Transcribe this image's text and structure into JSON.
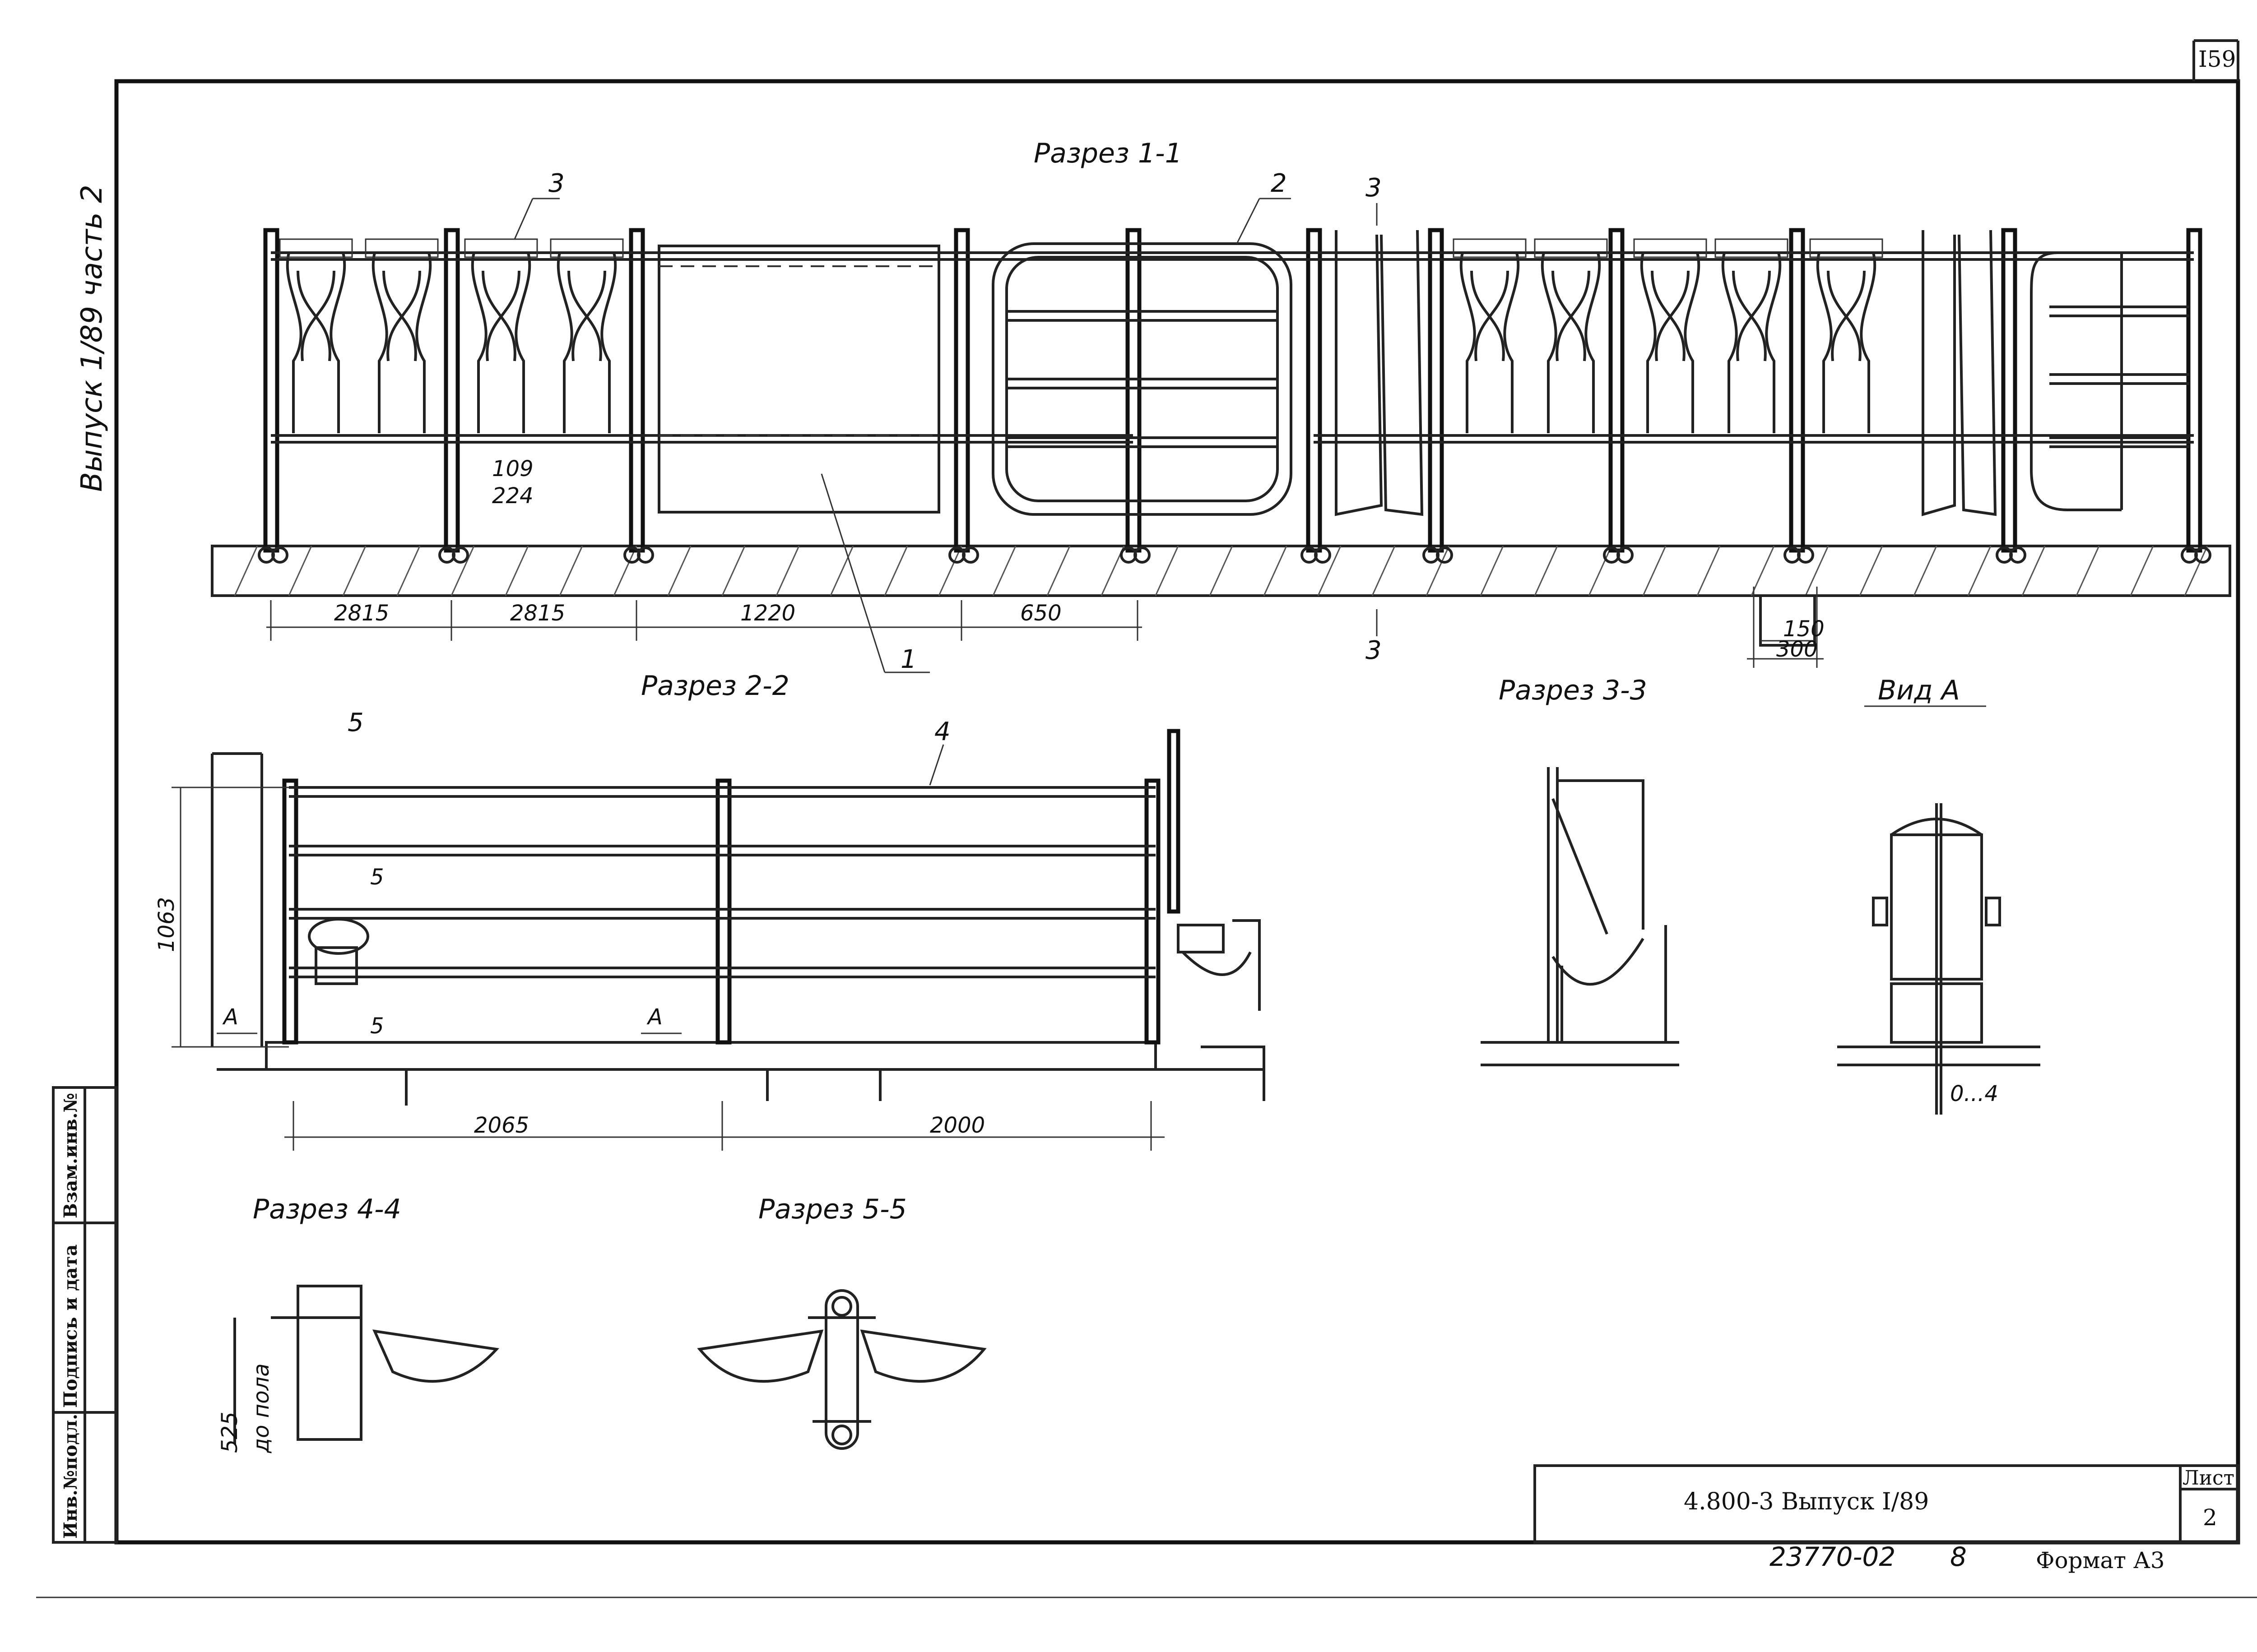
{
  "sheet": {
    "page_number": "I59",
    "series_vertical": "Выпуск 1/89 часть 2"
  },
  "sections": {
    "s1": "Разрез 1-1",
    "s2": "Разрез 2-2",
    "s3": "Разрез 3-3",
    "viewA": "Вид А",
    "s4": "Разрез 4-4",
    "s5": "Разрез 5-5"
  },
  "callouts": {
    "c1": "1",
    "c2": "2",
    "c3": "3",
    "c4": "4",
    "c5": "5",
    "cut3_top": "3",
    "cut3_bot": "3",
    "cut5_top": "5",
    "cut5_bot": "5",
    "arrowA1": "А",
    "arrowA2": "А"
  },
  "dimensions": {
    "d2815a": "2815",
    "d2815b": "2815",
    "d1220": "1220",
    "d650": "650",
    "d109": "109",
    "d224": "224",
    "d150": "150",
    "d300": "300",
    "d1063": "1063",
    "d2065": "2065",
    "d2000": "2000",
    "d0_4": "0...4",
    "d525": "525",
    "floor_note": "до пола"
  },
  "side_stamp": {
    "col1": "Инв.№подл.",
    "col2": "Подпись и дата",
    "col3": "Взам.инв.№"
  },
  "title_block": {
    "code": "4.800-3  Выпуск I/89",
    "sheet_label": "Лист",
    "sheet_no": "2",
    "archive": "23770-02",
    "archive_suffix": "8",
    "format": "Формат А3"
  }
}
